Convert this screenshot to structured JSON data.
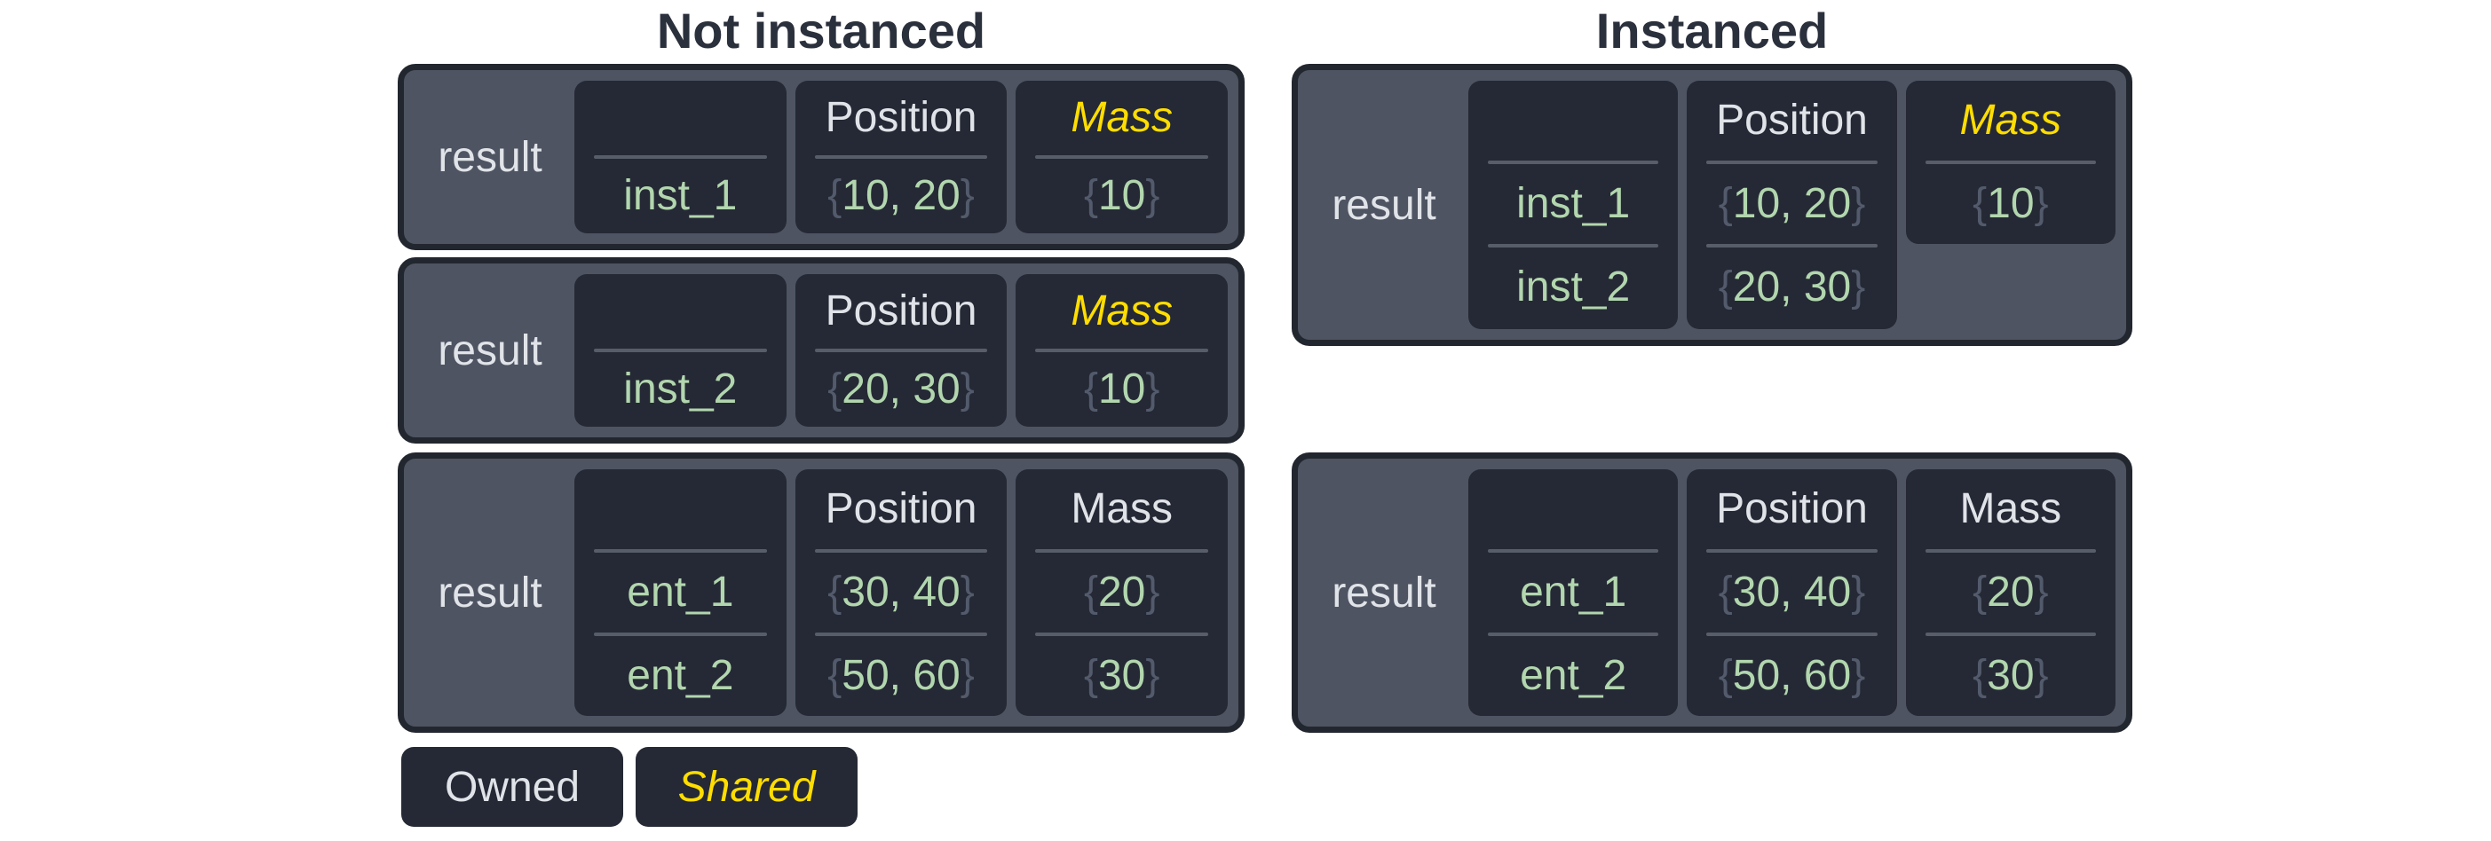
{
  "glyphs": {
    "brace_open": "{",
    "brace_close": "}"
  },
  "colors": {
    "background": "#ffffff",
    "title_text": "#2b303d",
    "table_border": "#22262e",
    "table_container": "#4e5462",
    "cell_background": "#252935",
    "separator": "#575d69",
    "owned_text": "#e0e3e8",
    "shared_accent": "#ffdd00",
    "value_green": "#b2d6ae",
    "brace_gray": "#525a6b"
  },
  "columns": {
    "left": {
      "title": "Not instanced",
      "tables": [
        {
          "result_label": "result",
          "entity": {
            "header": "",
            "rows": [
              "inst_1"
            ]
          },
          "position": {
            "header": "Position",
            "rows": [
              "10, 20"
            ]
          },
          "mass": {
            "header": "Mass",
            "rows": [
              "10"
            ],
            "shared": true
          }
        },
        {
          "result_label": "result",
          "entity": {
            "header": "",
            "rows": [
              "inst_2"
            ]
          },
          "position": {
            "header": "Position",
            "rows": [
              "20, 30"
            ]
          },
          "mass": {
            "header": "Mass",
            "rows": [
              "10"
            ],
            "shared": true
          }
        },
        {
          "result_label": "result",
          "entity": {
            "header": "",
            "rows": [
              "ent_1",
              "ent_2"
            ]
          },
          "position": {
            "header": "Position",
            "rows": [
              "30, 40",
              "50, 60"
            ]
          },
          "mass": {
            "header": "Mass",
            "rows": [
              "20",
              "30"
            ],
            "shared": false
          }
        }
      ],
      "legend": {
        "owned": "Owned",
        "shared": "Shared"
      }
    },
    "right": {
      "title": "Instanced",
      "tables": [
        {
          "result_label": "result",
          "entity": {
            "header": "",
            "rows": [
              "inst_1",
              "inst_2"
            ]
          },
          "position": {
            "header": "Position",
            "rows": [
              "10, 20",
              "20, 30"
            ]
          },
          "mass": {
            "header": "Mass",
            "rows": [
              "10"
            ],
            "shared": true,
            "short": true
          }
        },
        {
          "result_label": "result",
          "entity": {
            "header": "",
            "rows": [
              "ent_1",
              "ent_2"
            ]
          },
          "position": {
            "header": "Position",
            "rows": [
              "30, 40",
              "50, 60"
            ]
          },
          "mass": {
            "header": "Mass",
            "rows": [
              "20",
              "30"
            ],
            "shared": false
          }
        }
      ]
    }
  }
}
